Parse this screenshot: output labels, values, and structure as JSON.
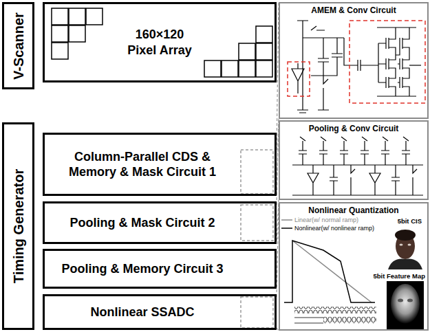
{
  "diagram": {
    "nodes": [
      {
        "text": [
          "V-Scanner"
        ]
      },
      {
        "text": [
          "160×120 Pixel Array"
        ]
      },
      {
        "text": [
          "Timing Generator"
        ]
      },
      {
        "text": [
          "Column-Parallel CDS & Memory & Mask Circuit 1"
        ]
      },
      {
        "text": [
          "Pooling & Mask Circuit 2"
        ]
      },
      {
        "text": [
          "Pooling & Memory Circuit 3"
        ]
      },
      {
        "text": [
          "Nonlinear SSADC"
        ]
      },
      {
        "text": [
          "AMEM & Conv Circuit"
        ]
      },
      {
        "text": [
          "Pooling & Conv Circuit"
        ]
      },
      {
        "text": [
          "Nonlinear Quantization",
          "5bit CIS",
          "5bit Feature Map"
        ]
      }
    ],
    "edges": [
      {
        "from": 3,
        "to": 7,
        "arrow": "none"
      },
      {
        "from": 4,
        "to": 8,
        "arrow": "none"
      },
      {
        "from": 6,
        "to": 9,
        "arrow": "none"
      }
    ],
    "legend": [
      {
        "text": "Linear(w/ normal ramp)"
      },
      {
        "text": "Nonlinear(w/ nonlinear ramp)"
      }
    ]
  }
}
